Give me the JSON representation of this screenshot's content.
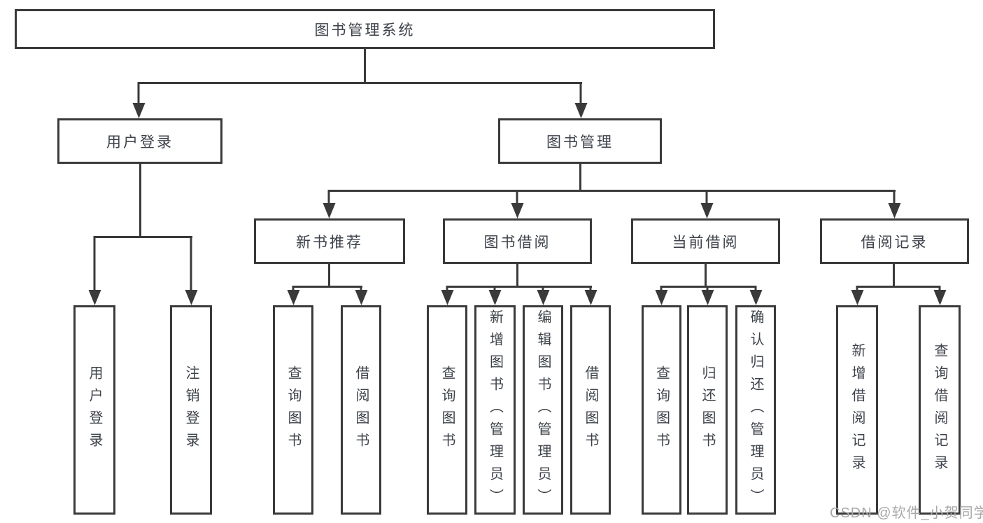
{
  "colors": {
    "line": "#3a3a3a",
    "text": "#3d424a",
    "watermark": "#a8a8a8",
    "background": "#ffffff"
  },
  "tree": {
    "root": {
      "label": "图书管理系统",
      "children": [
        {
          "label": "用户登录",
          "children": [
            {
              "label": "用户登录"
            },
            {
              "label": "注销登录"
            }
          ]
        },
        {
          "label": "图书管理",
          "children": [
            {
              "label": "新书推荐",
              "children": [
                {
                  "label": "查询图书"
                },
                {
                  "label": "借阅图书"
                }
              ]
            },
            {
              "label": "图书借阅",
              "children": [
                {
                  "label": "查询图书"
                },
                {
                  "label": "新增图书（管理员）"
                },
                {
                  "label": "编辑图书（管理员）"
                },
                {
                  "label": "借阅图书"
                }
              ]
            },
            {
              "label": "当前借阅",
              "children": [
                {
                  "label": "查询图书"
                },
                {
                  "label": "归还图书"
                },
                {
                  "label": "确认归还（管理员）"
                }
              ]
            },
            {
              "label": "借阅记录",
              "children": [
                {
                  "label": "新增借阅记录"
                },
                {
                  "label": "查询借阅记录"
                }
              ]
            }
          ]
        }
      ]
    }
  },
  "watermark": {
    "text": "CSDN @软件_小贺同学"
  }
}
